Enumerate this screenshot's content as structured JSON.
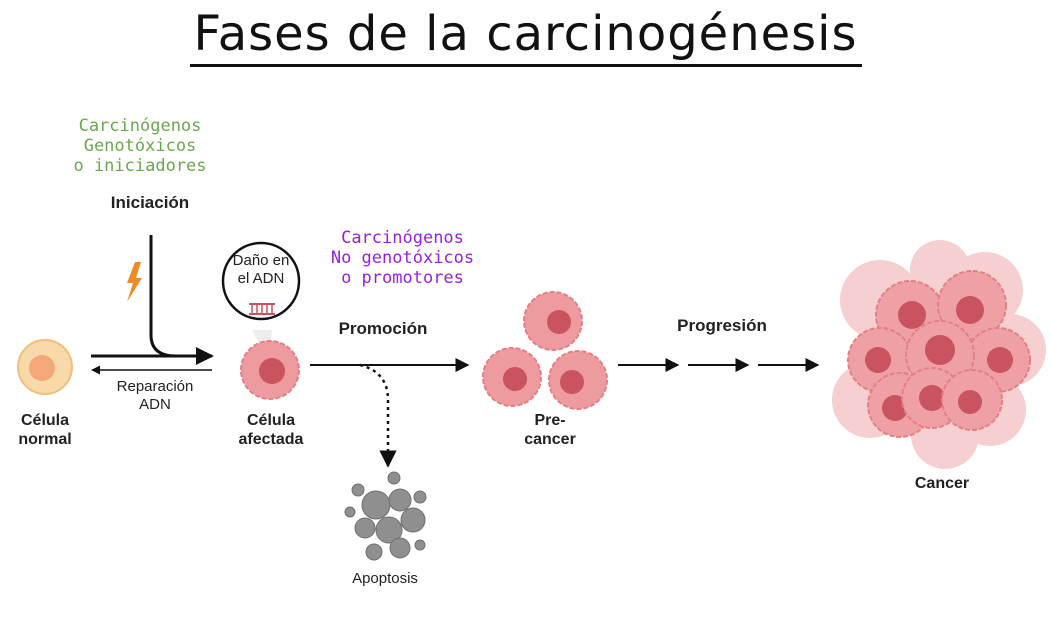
{
  "title": "Fases de la carcinogénesis",
  "initiators": {
    "line1": "Carcinógenos",
    "line2": "Genotóxicos",
    "line3": "o iniciadores"
  },
  "promoters": {
    "line1": "Carcinógenos",
    "line2": "No genotóxicos",
    "line3": "o promotores"
  },
  "stages": {
    "initiation": "Iniciación",
    "promotion": "Promoción",
    "progression": "Progresión"
  },
  "dna_damage": {
    "line1": "Daño en",
    "line2": "el ADN"
  },
  "repair": {
    "line1": "Reparación",
    "line2": "ADN"
  },
  "cells": {
    "normal": {
      "line1": "Célula",
      "line2": "normal"
    },
    "affected": {
      "line1": "Célula",
      "line2": "afectada"
    },
    "precancer": {
      "line1": "Pre-",
      "line2": "cancer"
    },
    "cancer": "Cancer",
    "apoptosis": "Apoptosis"
  },
  "colors": {
    "initiators": "#6aa84f",
    "promoters": "#9b1fe0",
    "cell_fill": "#ee9b9f",
    "cell_nucleus": "#c9535e",
    "lightning": "#f08a24"
  }
}
